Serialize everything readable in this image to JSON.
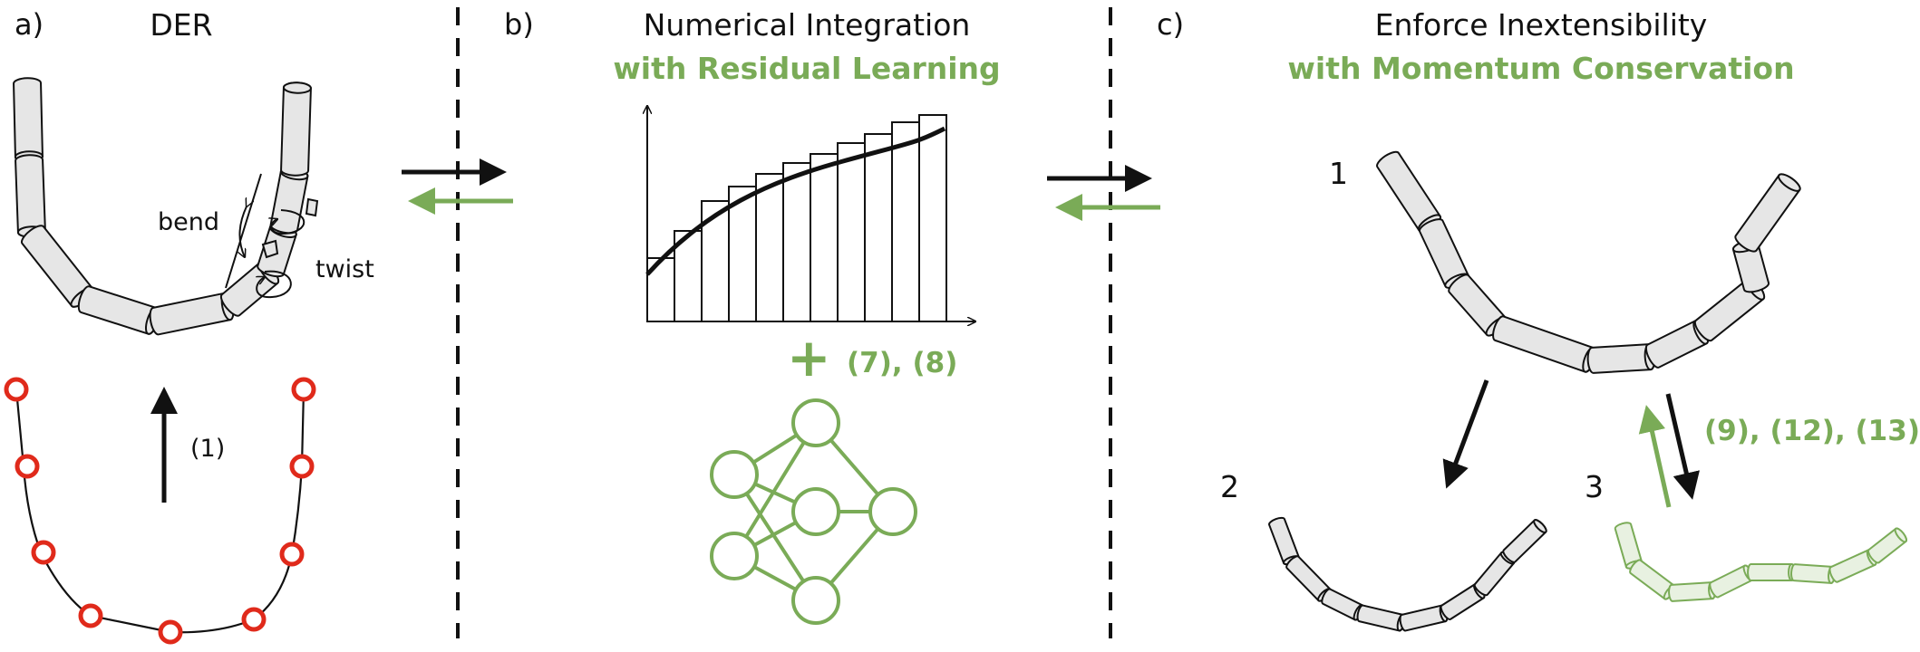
{
  "colors": {
    "green": "#7aab57",
    "red": "#e02a1b",
    "segment_fill": "#e6e6e6",
    "ink": "#111111"
  },
  "panel_a": {
    "letter": "a)",
    "title": "DER",
    "bend_label": "bend",
    "twist_label": "twist",
    "equation": "(1)"
  },
  "panel_b": {
    "letter": "b)",
    "title": "Numerical Integration",
    "subtitle": "with Residual Learning",
    "plus": "+",
    "equations": "(7), (8)"
  },
  "panel_c": {
    "letter": "c)",
    "title": "Enforce Inextensibility",
    "subtitle": "with Momentum Conservation",
    "step_1": "1",
    "step_2": "2",
    "step_3": "3",
    "equations": "(9), (12), (13)"
  }
}
